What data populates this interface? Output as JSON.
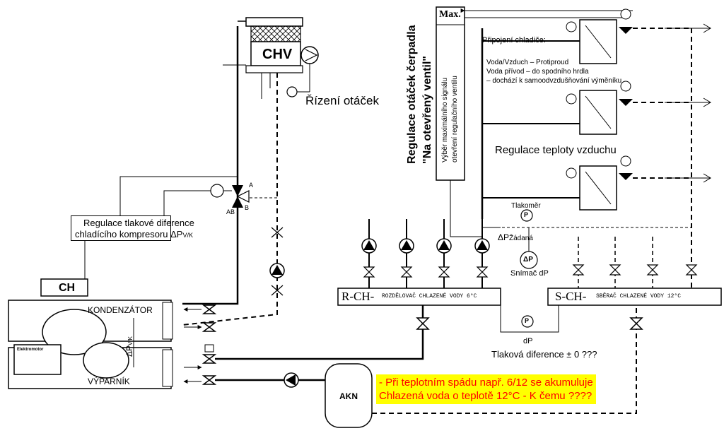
{
  "labels": {
    "cooling_tower": "CHV",
    "speed_control": "Řízení otáček",
    "pressure_reg_line1": "Regulace tlakové diference",
    "pressure_reg_line2": "chladícího kompresoru ΔP",
    "pressure_reg_sub": "V/K",
    "chiller": "CH",
    "condenser": "KONDENZÁTOR",
    "evaporator": "VÝPARNÍK",
    "motor": "Elektromotor",
    "dp_label": "ΔP",
    "dp_label_sub": "V/K",
    "valve_A": "A",
    "valve_B": "B",
    "valve_AB": "AB",
    "pump_reg_title1": "Regulace otáček čerpadla",
    "pump_reg_title2": "\"Na otevřený ventil\"",
    "max_box_title": "Max.",
    "max_box_text1": "Výběr maximálního signálu",
    "max_box_text2": "otevření regulačního ventilu",
    "connection_title": "Připojení chladiče:",
    "connection_line1": "Voda/Vzduch – Protiproud",
    "connection_line2": "Voda přívod – do spodního hrdla",
    "connection_line3": "– dochází k samoodvzdušňování výměníku",
    "air_temp_reg": "Regulace teploty vzduchu",
    "manometer": "Tlakoměr",
    "p_symbol": "P",
    "dp_symbol": "ΔP",
    "dp_set": "Žádaná",
    "dp_sensor": "Snímač dP",
    "supply_manifold": "R-CH-",
    "supply_manifold_desc": "ROZDĚLOVAČ CHLAZENÉ VODY 6°C",
    "return_manifold": "S-CH-",
    "return_manifold_desc": "SBĚRAČ CHLAZENÉ VODY 12°C",
    "dp_small": "dP",
    "pressure_diff": "Tlaková diference ± 0 ???",
    "tank": "AKN",
    "note_line1": "- Při teplotním spádu např. 6/12 se akumuluje",
    "note_line2": "Chlazená voda o teplotě 12°C - K čemu ????"
  },
  "colors": {
    "line": "#000000",
    "note_bg": "#ffff00",
    "note_text": "#ff0000"
  }
}
